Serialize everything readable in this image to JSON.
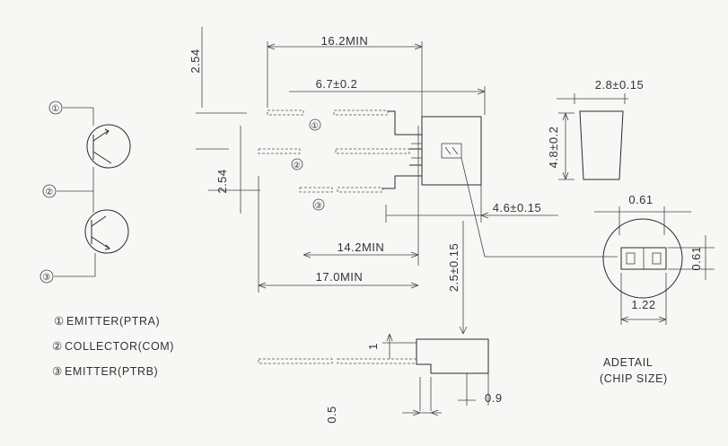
{
  "pins": [
    {
      "mark": "①",
      "label": "EMITTER(PTRA)"
    },
    {
      "mark": "②",
      "label": "COLLECTOR(COM)"
    },
    {
      "mark": "③",
      "label": "EMITTER(PTRB)"
    }
  ],
  "dimensions": {
    "lead_length_top": "16.2MIN",
    "lead_length_mid": "6.7±0.2",
    "pitch_top": "2.54",
    "pitch_side": "2.54",
    "body_width": "4.6±0.15",
    "lead_min_a": "14.2MIN",
    "lead_min_b": "17.0MIN",
    "body_height": "2.5±0.15",
    "chip_width": "2.8±0.15",
    "chip_height": "4.8±0.2",
    "detail_width": "0.61",
    "detail_height": "0.61",
    "detail_pitch": "1.22",
    "side_step": "1",
    "side_thickness": "0.5",
    "side_offset": "0.9"
  },
  "detail": {
    "title": "ADETAIL",
    "subtitle": "(CHIP SIZE)"
  }
}
